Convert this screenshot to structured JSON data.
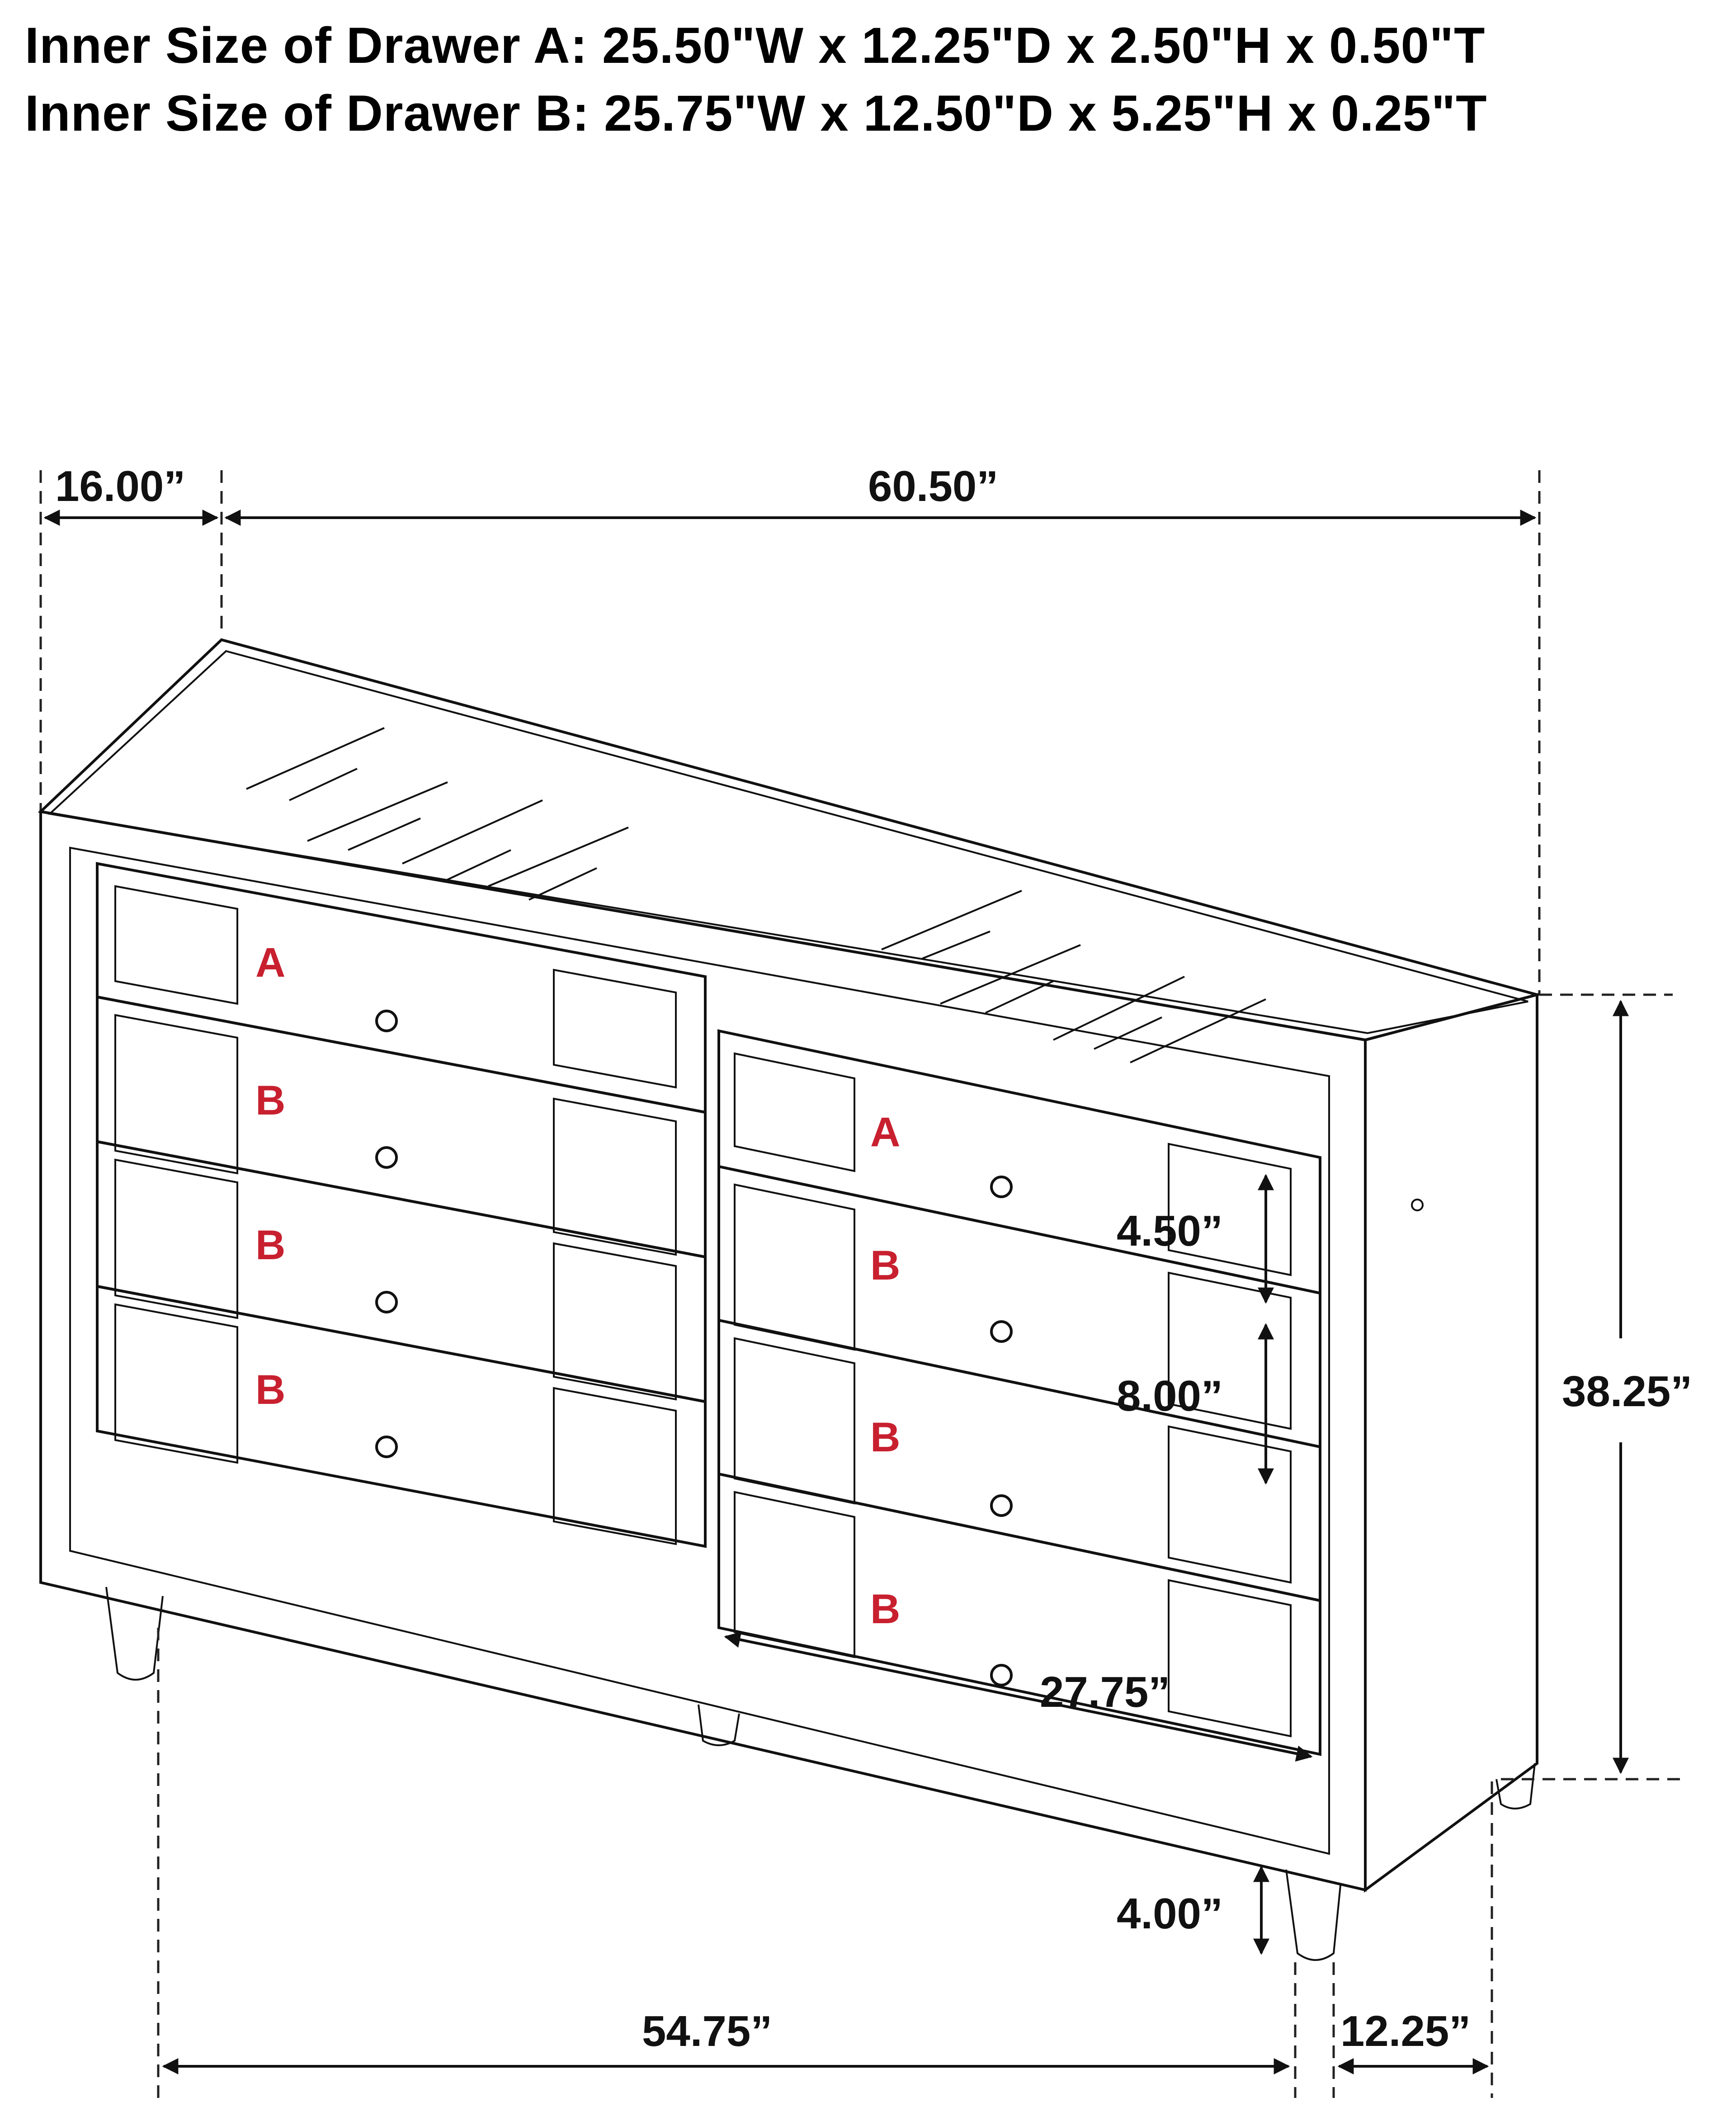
{
  "specs": {
    "drawer_a": "Inner Size of Drawer A: 25.50\"W x 12.25\"D x 2.50\"H x 0.50\"T",
    "drawer_b": "Inner Size of Drawer B: 25.75\"W x 12.50\"D x 5.25\"H x 0.25\"T"
  },
  "dimensions": {
    "depth_top": "16.00”",
    "width_top": "60.50”",
    "height_total": "38.25”",
    "drawer_a_height": "4.50”",
    "drawer_b_height": "8.00”",
    "drawer_width": "27.75”",
    "leg_height": "4.00”",
    "inner_width_bottom": "54.75”",
    "depth_bottom": "12.25”"
  },
  "drawer_labels": {
    "left": [
      "A",
      "B",
      "B",
      "B"
    ],
    "right": [
      "A",
      "B",
      "B",
      "B"
    ]
  },
  "colors": {
    "label_red": "#c8202f",
    "line": "#111111"
  }
}
